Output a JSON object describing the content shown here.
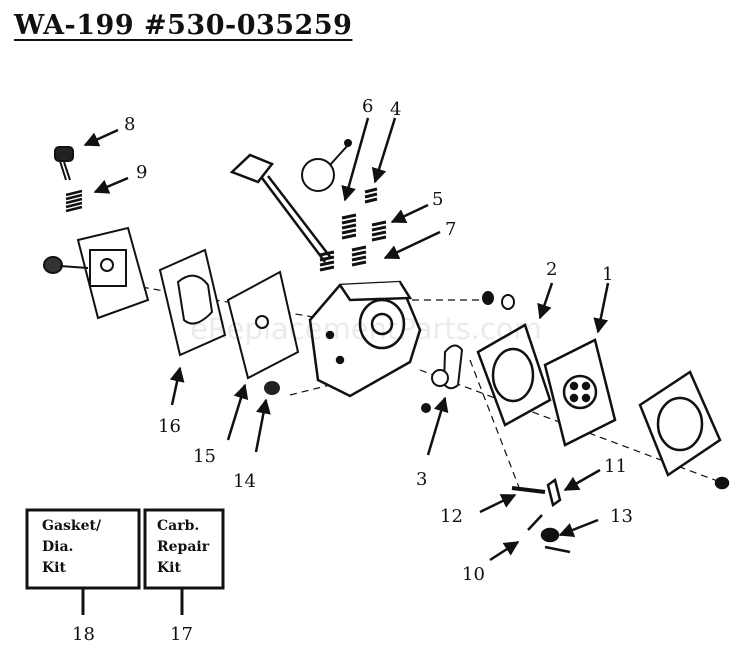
{
  "title": "WA-199 #530-035259",
  "watermark": "eReplacementParts.com",
  "callouts": [
    "1",
    "2",
    "3",
    "4",
    "5",
    "6",
    "7",
    "8",
    "9",
    "10",
    "11",
    "12",
    "13",
    "14",
    "15",
    "16",
    "17",
    "18"
  ],
  "kits": {
    "gasket": {
      "line1": "Gasket/",
      "line2": "Dia.",
      "line3": "Kit",
      "number": "18"
    },
    "repair": {
      "line1": "Carb.",
      "line2": "Repair",
      "line3": "Kit",
      "number": "17"
    }
  },
  "colors": {
    "ink": "#111111",
    "paper": "#ffffff"
  }
}
